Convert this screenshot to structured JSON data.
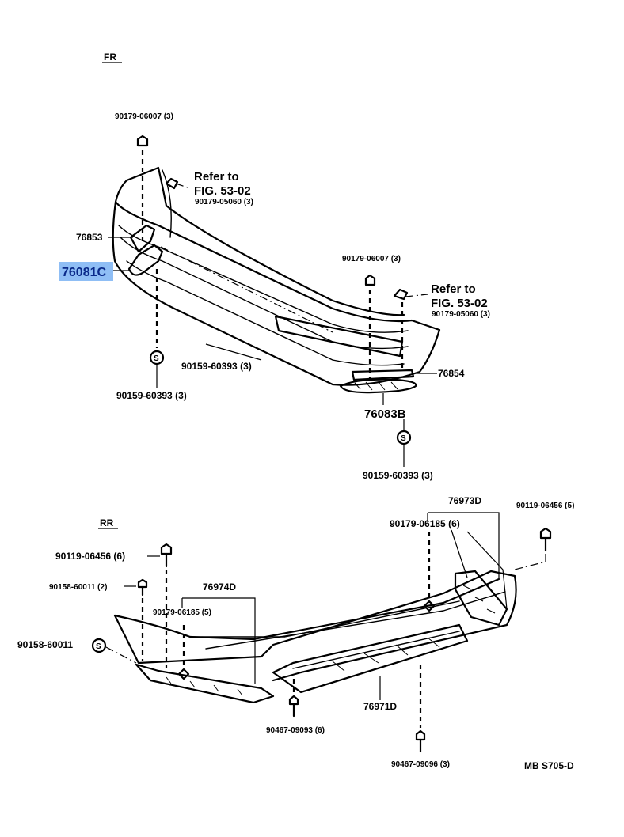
{
  "front": {
    "heading": "FR",
    "labels": {
      "nut_top": "90179-06007 (3)",
      "refer1_line1": "Refer to",
      "refer1_line2": "FIG. 53-02",
      "refer1_part": "90179-05060 (3)",
      "p76853": "76853",
      "p76081c": "76081C",
      "nut_mid": "90179-06007 (3)",
      "refer2_line1": "Refer to",
      "refer2_line2": "FIG. 53-02",
      "refer2_part": "90179-05060 (3)",
      "clip_mid": "90159-60393 (3)",
      "clip_left": "90159-60393 (3)",
      "p76854": "76854",
      "p76083b": "76083B",
      "clip_bottom": "90159-60393 (3)"
    },
    "highlight_color": "#8fbef5"
  },
  "rear": {
    "heading": "RR",
    "labels": {
      "p76973d": "76973D",
      "screw_right": "90119-06456 (5)",
      "nut_right": "90179-06185 (6)",
      "screw_left": "90119-06456 (6)",
      "bolt_left": "90158-60011 (2)",
      "p76974d": "76974D",
      "nut_left": "90179-06185 (5)",
      "clip_left": "90158-60011",
      "screw_center": "90467-09093 (6)",
      "p76971d": "76971D",
      "screw_bottom": "90467-09096 (3)",
      "diagram_code": "MB S705-D"
    }
  }
}
